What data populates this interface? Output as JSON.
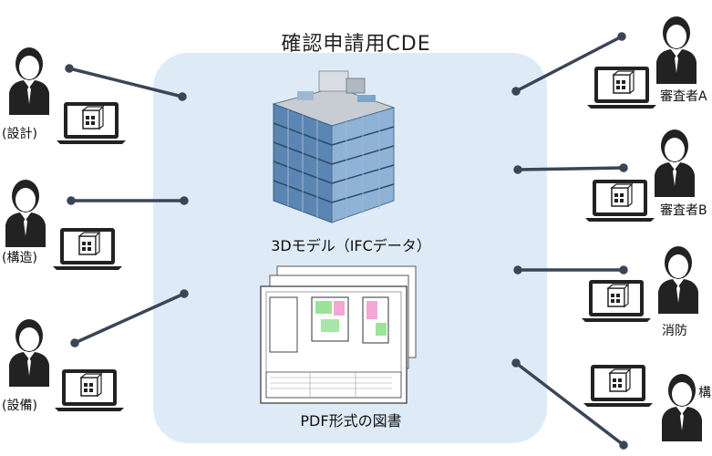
{
  "title": "確認申請用CDE",
  "model_caption": "3Dモデル（IFCデータ）",
  "pdf_caption": "PDF形式の図書",
  "left_users": [
    {
      "label": "(設計)"
    },
    {
      "label": "(構造)"
    },
    {
      "label": "(設備)"
    }
  ],
  "right_users": [
    {
      "label": "審査者A"
    },
    {
      "label": "審査者B"
    },
    {
      "label": "消防"
    },
    {
      "label": "構"
    }
  ],
  "colors": {
    "panel": "#deebf7",
    "connector": "#3a4556",
    "figure": "#222222"
  }
}
